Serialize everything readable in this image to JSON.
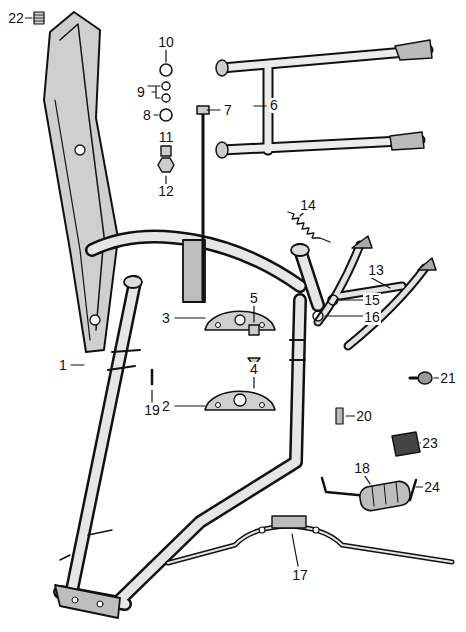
{
  "diagram": {
    "labels": [
      "22",
      "10",
      "9",
      "7",
      "6",
      "8",
      "11",
      "12",
      "14",
      "15",
      "13",
      "16",
      "3",
      "5",
      "21",
      "1",
      "19",
      "2",
      "4",
      "20",
      "23",
      "24",
      "18",
      "17"
    ]
  }
}
